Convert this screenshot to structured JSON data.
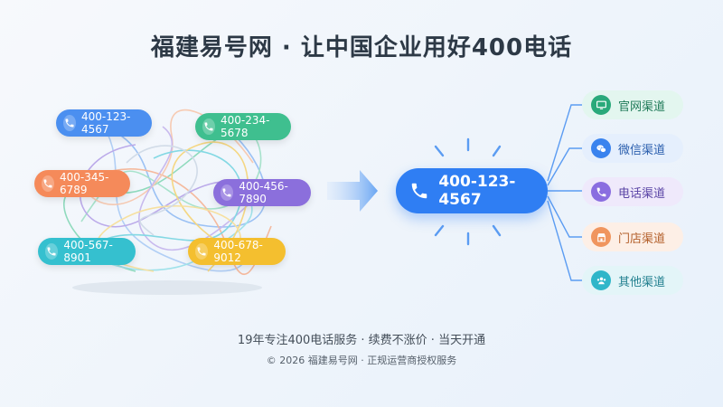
{
  "title": "福建易号网 · 让中国企业用好400电话",
  "numbers": [
    {
      "label": "400-123-4567",
      "color": "#4b8ff0"
    },
    {
      "label": "400-234-5678",
      "color": "#3fbf8f"
    },
    {
      "label": "400-345-6789",
      "color": "#f58a5a"
    },
    {
      "label": "400-456-7890",
      "color": "#8b6fdc"
    },
    {
      "label": "400-567-8901",
      "color": "#35c0cf"
    },
    {
      "label": "400-678-9012",
      "color": "#f4bf2f"
    }
  ],
  "main_number": "400-123-4567",
  "channels": [
    {
      "label": "官网渠道",
      "icon": "monitor-icon",
      "bg": "#e3f6ef",
      "iconbg": "#29a97a",
      "text": "#1f7a58"
    },
    {
      "label": "微信渠道",
      "icon": "wechat-icon",
      "bg": "#e5effd",
      "iconbg": "#3a83ee",
      "text": "#2b5fae"
    },
    {
      "label": "电话渠道",
      "icon": "phone-icon",
      "bg": "#efe9fb",
      "iconbg": "#8a6ee0",
      "text": "#5b45a6"
    },
    {
      "label": "门店渠道",
      "icon": "store-icon",
      "bg": "#fdefe6",
      "iconbg": "#f0955e",
      "text": "#b4602c"
    },
    {
      "label": "其他渠道",
      "icon": "people-icon",
      "bg": "#e3f5f8",
      "iconbg": "#2fb6c9",
      "text": "#22808f"
    }
  ],
  "footer": {
    "line1": "19年专注400电话服务 · 续费不涨价 · 当天开通",
    "line2": "© 2026 福建易号网 · 正规运营商授权服务"
  }
}
